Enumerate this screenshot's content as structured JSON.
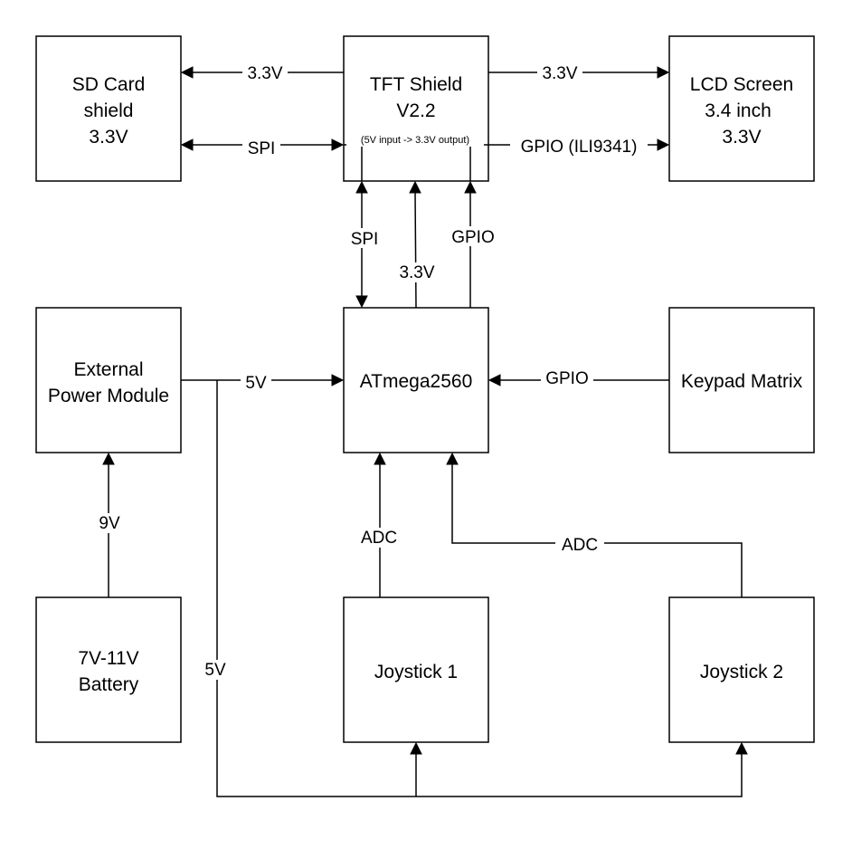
{
  "blocks": {
    "sd_card": [
      "SD Card",
      "shield",
      "3.3V"
    ],
    "tft_shield": [
      "TFT Shield",
      "V2.2"
    ],
    "tft_shield_note": "(5V input -> 3.3V output)",
    "lcd_screen": [
      "LCD Screen",
      "3.4 inch",
      "3.3V"
    ],
    "power_module": [
      "External",
      "Power Module"
    ],
    "atmega": [
      "ATmega2560"
    ],
    "keypad": [
      "Keypad Matrix"
    ],
    "battery": [
      "7V-11V",
      "Battery"
    ],
    "joystick1": [
      "Joystick 1"
    ],
    "joystick2": [
      "Joystick 2"
    ]
  },
  "connections": {
    "tft_to_sd_power": "3.3V",
    "tft_sd_spi": "SPI",
    "tft_to_lcd_power": "3.3V",
    "tft_to_lcd_gpio": "GPIO (ILI9341)",
    "mcu_tft_spi": "SPI",
    "mcu_to_tft_power": "3.3V",
    "mcu_to_tft_gpio": "GPIO",
    "power_to_mcu": "5V",
    "keypad_to_mcu": "GPIO",
    "battery_to_power": "9V",
    "joystick1_to_mcu": "ADC",
    "joystick2_to_mcu": "ADC",
    "power_to_joysticks": "5V"
  }
}
